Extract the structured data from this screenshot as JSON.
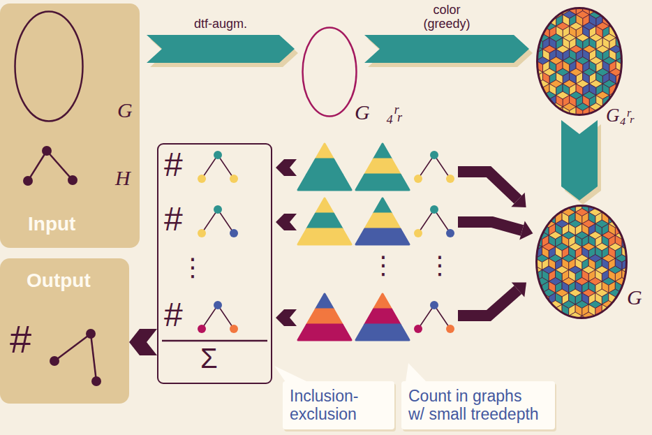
{
  "diagram": {
    "nodes": [
      {
        "text": [
          "Input"
        ]
      },
      {
        "text": [
          "G"
        ],
        "in": 0
      },
      {
        "text": [
          "G⃗₄ʳᵣ"
        ]
      },
      {
        "text": [
          "G₄ʳᵣ"
        ]
      },
      {
        "text": [
          "G"
        ]
      },
      {
        "text": [
          "#",
          "#",
          "⋮",
          "#",
          "Σ"
        ]
      },
      {
        "text": [
          "Output",
          "#"
        ]
      },
      {
        "text": [
          "Inclusion- exclusion"
        ]
      },
      {
        "text": [
          "Count in graphs w/ small treedepth"
        ]
      }
    ],
    "edges": [
      {
        "from": 0,
        "to": 2,
        "arrow": "to",
        "label": "dtf-augm."
      },
      {
        "from": 2,
        "to": 3,
        "arrow": "to",
        "label": "color (greedy)"
      },
      {
        "from": 3,
        "to": 4,
        "arrow": "to"
      },
      {
        "from": 5,
        "to": 6,
        "arrow": "to"
      }
    ],
    "labels": [
      "H",
      "⋮",
      "⋮"
    ]
  }
}
